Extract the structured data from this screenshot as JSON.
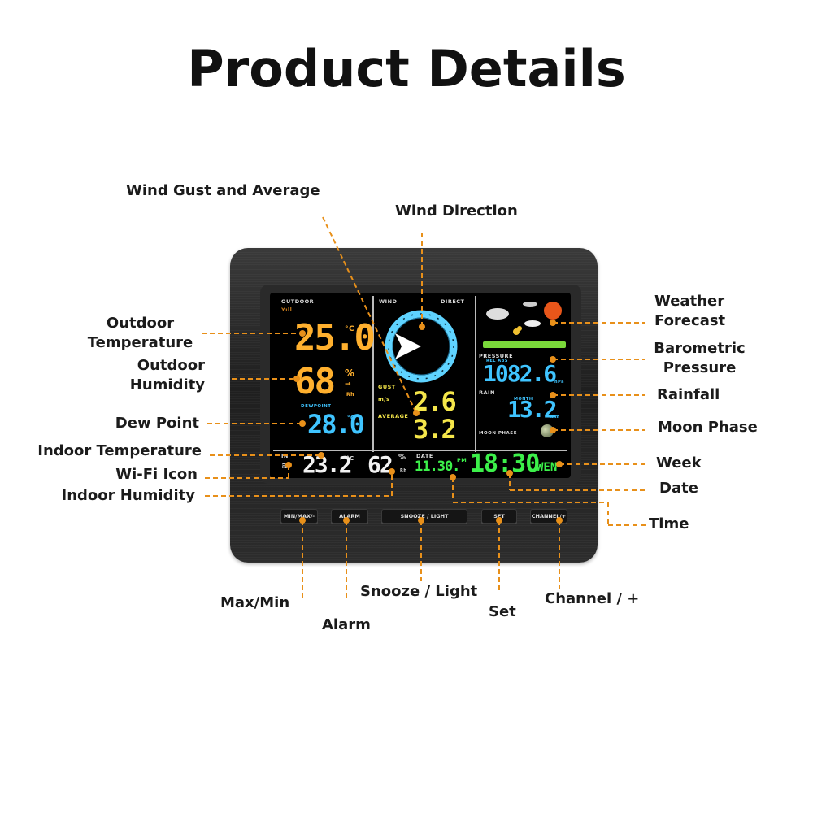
{
  "title": "Product Details",
  "labels": {
    "wind_gust_average": "Wind Gust and Average",
    "wind_direction": "Wind Direction",
    "outdoor_temperature": [
      "Outdoor",
      "Temperature"
    ],
    "outdoor_humidity": [
      "Outdoor",
      "Humidity"
    ],
    "dew_point": "Dew Point",
    "indoor_temperature": "Indoor Temperature",
    "wifi_icon": "Wi-Fi Icon",
    "indoor_humidity": "Indoor Humidity",
    "weather_forecast": [
      "Weather",
      "Forecast"
    ],
    "barometric_pressure": [
      "Barometric",
      "Pressure"
    ],
    "rainfall": "Rainfall",
    "moon_phase": "Moon Phase",
    "week": "Week",
    "date": "Date",
    "time": "Time",
    "max_min": "Max/Min",
    "alarm": "Alarm",
    "snooze_light": "Snooze / Light",
    "set": "Set",
    "channel_plus": "Channel / +"
  },
  "display": {
    "outdoor": {
      "header": "OUTDOOR",
      "temperature": "25.0",
      "temp_unit": "°C",
      "humidity": "68",
      "humidity_unit": "%",
      "humidity_sub": "Rh",
      "dewpoint_label": "DEWPOINT",
      "dewpoint": "28.0",
      "dewpoint_unit": "°C"
    },
    "wind": {
      "header_left": "WIND",
      "header_right": "DIRECT",
      "gust_label": "GUST",
      "unit": "m/s",
      "average_label": "AVERAGE",
      "gust": "2.6",
      "average": "3.2"
    },
    "forecast": {
      "pressure_label": "PRESSURE",
      "pressure_sub": "REL ABS",
      "pressure": "1082.6",
      "pressure_unit": "hPa",
      "rain_label": "RAIN",
      "rain_sub": "MONTH",
      "rain": "13.2",
      "rain_unit": "mm",
      "moon_label": "MOON PHASE"
    },
    "indoor": {
      "header": "IN",
      "temperature": "23.2",
      "temp_unit": "°C",
      "humidity": "62",
      "humidity_unit": "%",
      "humidity_sub": "Rh"
    },
    "clock": {
      "date_label": "DATE",
      "date": "11.30.",
      "pm": "PM",
      "time": "18:30",
      "week": "WEN"
    },
    "colors": {
      "orange": "#ffb02e",
      "cyan": "#3fc4ff",
      "yellow": "#f5e64a",
      "green": "#3cf04a",
      "white": "#f2f2f2",
      "leader": "#e8901a"
    }
  },
  "buttons": {
    "minmax": "MIN/MAX/-",
    "alarm": "ALARM",
    "snooze": "SNOOZE / LIGHT",
    "set": "SET",
    "channel": "CHANNEL/+"
  }
}
